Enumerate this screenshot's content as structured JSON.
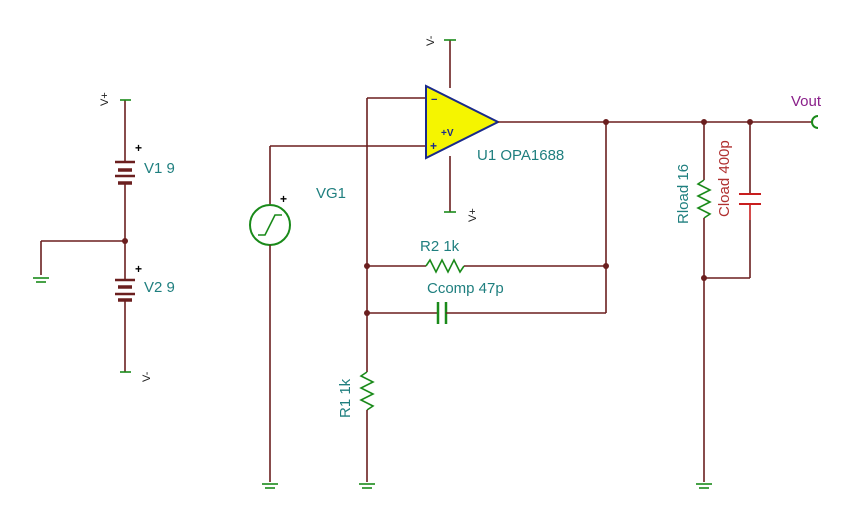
{
  "labels": {
    "v1": "V1 9",
    "v2": "V2 9",
    "vg1": "VG1",
    "u1": "U1 OPA1688",
    "r2": "R2 1k",
    "ccomp": "Ccomp 47p",
    "r1": "R1 1k",
    "rload": "Rload 16",
    "cload": "Cload 400p",
    "vout": "Vout"
  },
  "rails": {
    "vplus": "V+",
    "vminus": "V-"
  },
  "signs": {
    "plus": "+",
    "minus": "−",
    "opamp_supply": "+V"
  },
  "colors": {
    "wire": "#6b1f1f",
    "component": "#1a8a1a",
    "capacitor_load": "#c81e1e",
    "opamp_fill": "#f5f500",
    "opamp_outline": "#1a2a8a",
    "label": "#1f7f7f",
    "vout_label": "#8a1f8a"
  }
}
